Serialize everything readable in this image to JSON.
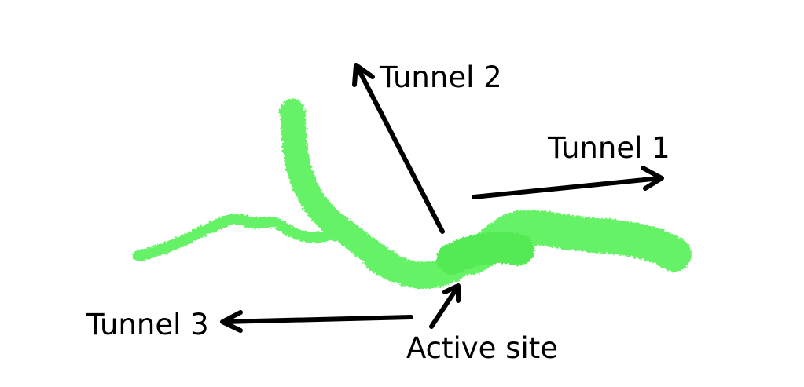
{
  "diagram": {
    "tunnel_color": "#66f266",
    "tunnel_color_dark": "#52ea52",
    "arrow_color": "#000000",
    "labels": {
      "tunnel_1": "Tunnel 1",
      "tunnel_2": "Tunnel 2",
      "tunnel_3": "Tunnel 3",
      "active_site": "Active site"
    }
  }
}
